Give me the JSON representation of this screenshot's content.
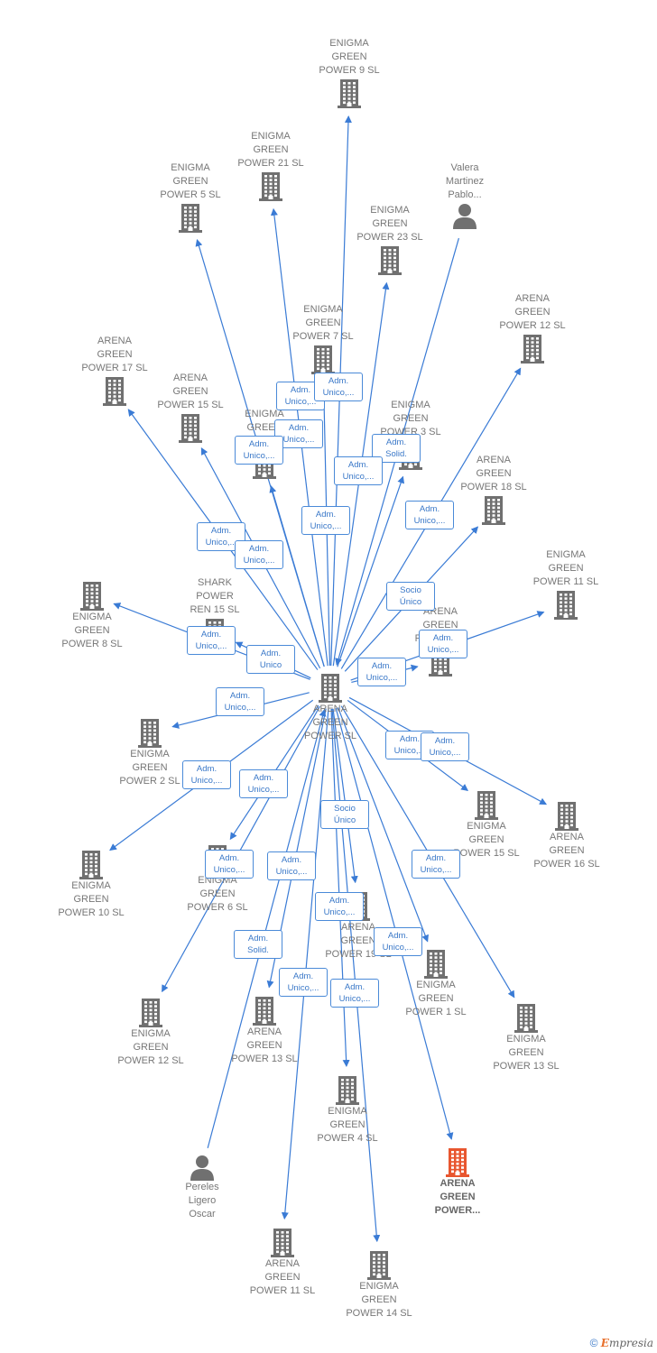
{
  "colors": {
    "edge": "#3a7bd5",
    "company": "#707070",
    "highlight": "#e8562f",
    "person": "#707070",
    "label_border": "#4a8ad8"
  },
  "center": {
    "id": "center",
    "label": "ARENA\nGREEN\nPOWER  SL",
    "icon": "building-icon"
  },
  "nodes": [
    {
      "id": "n1",
      "label": "ENIGMA\nGREEN\nPOWER 9  SL",
      "icon": "building-icon"
    },
    {
      "id": "n2",
      "label": "ENIGMA\nGREEN\nPOWER 21  SL",
      "icon": "building-icon"
    },
    {
      "id": "n3",
      "label": "ENIGMA\nGREEN\nPOWER 5  SL",
      "icon": "building-icon"
    },
    {
      "id": "n4",
      "label": "Valera\nMartinez\nPablo...",
      "icon": "person-icon"
    },
    {
      "id": "n5",
      "label": "ENIGMA\nGREEN\nPOWER 23  SL",
      "icon": "building-icon"
    },
    {
      "id": "n6",
      "label": "ARENA\nGREEN\nPOWER 12  SL",
      "icon": "building-icon"
    },
    {
      "id": "n7",
      "label": "ENIGMA\nGREEN\nPOWER 7  SL",
      "icon": "building-icon"
    },
    {
      "id": "n8",
      "label": "ARENA\nGREEN\nPOWER 17  SL",
      "icon": "building-icon"
    },
    {
      "id": "n9",
      "label": "ARENA\nGREEN\nPOWER 15  SL",
      "icon": "building-icon"
    },
    {
      "id": "n10",
      "label": "ENIGMA\nGREEN\nPOWER 3",
      "icon": "building-icon"
    },
    {
      "id": "n11",
      "label": "ENIGMA\nGREEN\nPOWER 3  SL",
      "icon": "building-icon"
    },
    {
      "id": "n12",
      "label": "ARENA\nGREEN\nPOWER 18  SL",
      "icon": "building-icon"
    },
    {
      "id": "n13",
      "label": "ENIGMA\nGREEN\nPOWER 8  SL",
      "icon": "building-icon"
    },
    {
      "id": "n14",
      "label": "ENIGMA\nGREEN\nPOWER 11  SL",
      "icon": "building-icon"
    },
    {
      "id": "n15",
      "label": "SHARK\nPOWER\nREN 15  SL",
      "icon": "building-icon"
    },
    {
      "id": "n16",
      "label": "ARENA\nGREEN\nPOWER 14",
      "icon": "building-icon"
    },
    {
      "id": "n17",
      "label": "ENIGMA\nGREEN\nPOWER 2  SL",
      "icon": "building-icon"
    },
    {
      "id": "n18",
      "label": "ENIGMA\nGREEN\nPOWER 15  SL",
      "icon": "building-icon"
    },
    {
      "id": "n19",
      "label": "ARENA\nGREEN\nPOWER 16  SL",
      "icon": "building-icon"
    },
    {
      "id": "n20",
      "label": "ENIGMA\nGREEN\nPOWER 10  SL",
      "icon": "building-icon"
    },
    {
      "id": "n21",
      "label": "ENIGMA\nGREEN\nPOWER 6  SL",
      "icon": "building-icon"
    },
    {
      "id": "n22",
      "label": "ARENA\nGREEN\nPOWER 19  SL",
      "icon": "building-icon"
    },
    {
      "id": "n23",
      "label": "ENIGMA\nGREEN\nPOWER 1  SL",
      "icon": "building-icon"
    },
    {
      "id": "n24",
      "label": "ENIGMA\nGREEN\nPOWER 12  SL",
      "icon": "building-icon"
    },
    {
      "id": "n25",
      "label": "ARENA\nGREEN\nPOWER 13  SL",
      "icon": "building-icon"
    },
    {
      "id": "n26",
      "label": "ENIGMA\nGREEN\nPOWER 13  SL",
      "icon": "building-icon"
    },
    {
      "id": "n27",
      "label": "ENIGMA\nGREEN\nPOWER 4  SL",
      "icon": "building-icon"
    },
    {
      "id": "n28",
      "label": "ARENA\nGREEN\nPOWER...",
      "icon": "building-icon",
      "highlight": true
    },
    {
      "id": "n29",
      "label": "Pereles\nLigero\nOscar",
      "icon": "person-icon"
    },
    {
      "id": "n30",
      "label": "ARENA\nGREEN\nPOWER 11  SL",
      "icon": "building-icon"
    },
    {
      "id": "n31",
      "label": "ENIGMA\nGREEN\nPOWER 14  SL",
      "icon": "building-icon"
    }
  ],
  "edges": [
    {
      "from": "center",
      "to": "n1",
      "label": ""
    },
    {
      "from": "center",
      "to": "n2",
      "label": "Adm.\nUnico,..."
    },
    {
      "from": "center",
      "to": "n3",
      "label": "Adm.\nUnico,..."
    },
    {
      "from": "n4",
      "to": "center",
      "label": "Adm.\nSolid."
    },
    {
      "from": "center",
      "to": "n5",
      "label": "Adm.\nUnico,..."
    },
    {
      "from": "center",
      "to": "n6",
      "label": "Adm.\nUnico,..."
    },
    {
      "from": "center",
      "to": "n7",
      "label": "Adm.\nUnico,..."
    },
    {
      "from": "center",
      "to": "n8",
      "label": "Adm.\nUnico,..."
    },
    {
      "from": "center",
      "to": "n9",
      "label": "Adm.\nUnico,..."
    },
    {
      "from": "center",
      "to": "n10",
      "label": "Adm.\nUnico,..."
    },
    {
      "from": "center",
      "to": "n11",
      "label": "Adm.\nUnico,..."
    },
    {
      "from": "center",
      "to": "n12",
      "label": "Socio\nÚnico"
    },
    {
      "from": "center",
      "to": "n13",
      "label": "Adm.\nUnico,..."
    },
    {
      "from": "center",
      "to": "n14",
      "label": "Adm.\nUnico,..."
    },
    {
      "from": "center",
      "to": "n15",
      "label": "Adm.\nUnico"
    },
    {
      "from": "center",
      "to": "n16",
      "label": "Adm.\nUnico,..."
    },
    {
      "from": "center",
      "to": "n17",
      "label": "Adm.\nUnico,..."
    },
    {
      "from": "center",
      "to": "n18",
      "label": "Adm.\nUnico,..."
    },
    {
      "from": "center",
      "to": "n19",
      "label": "Adm.\nUnico,..."
    },
    {
      "from": "center",
      "to": "n20",
      "label": "Adm.\nUnico,..."
    },
    {
      "from": "center",
      "to": "n21",
      "label": "Adm.\nUnico,..."
    },
    {
      "from": "center",
      "to": "n22",
      "label": "Socio\nÚnico"
    },
    {
      "from": "center",
      "to": "n23",
      "label": "Adm.\nUnico,..."
    },
    {
      "from": "center",
      "to": "n24",
      "label": "Adm.\nUnico,..."
    },
    {
      "from": "center",
      "to": "n25",
      "label": "Adm.\nUnico,..."
    },
    {
      "from": "center",
      "to": "n26",
      "label": "Adm.\nUnico,..."
    },
    {
      "from": "center",
      "to": "n27",
      "label": "Adm.\nUnico,..."
    },
    {
      "from": "center",
      "to": "n28",
      "label": ""
    },
    {
      "from": "n29",
      "to": "center",
      "label": "Adm.\nSolid."
    },
    {
      "from": "center",
      "to": "n30",
      "label": "Adm.\nUnico,..."
    },
    {
      "from": "center",
      "to": "n31",
      "label": "Adm.\nUnico,..."
    }
  ],
  "copyright": {
    "symbol": "©",
    "brand_initial": "E",
    "brand_rest": "mpresia"
  }
}
